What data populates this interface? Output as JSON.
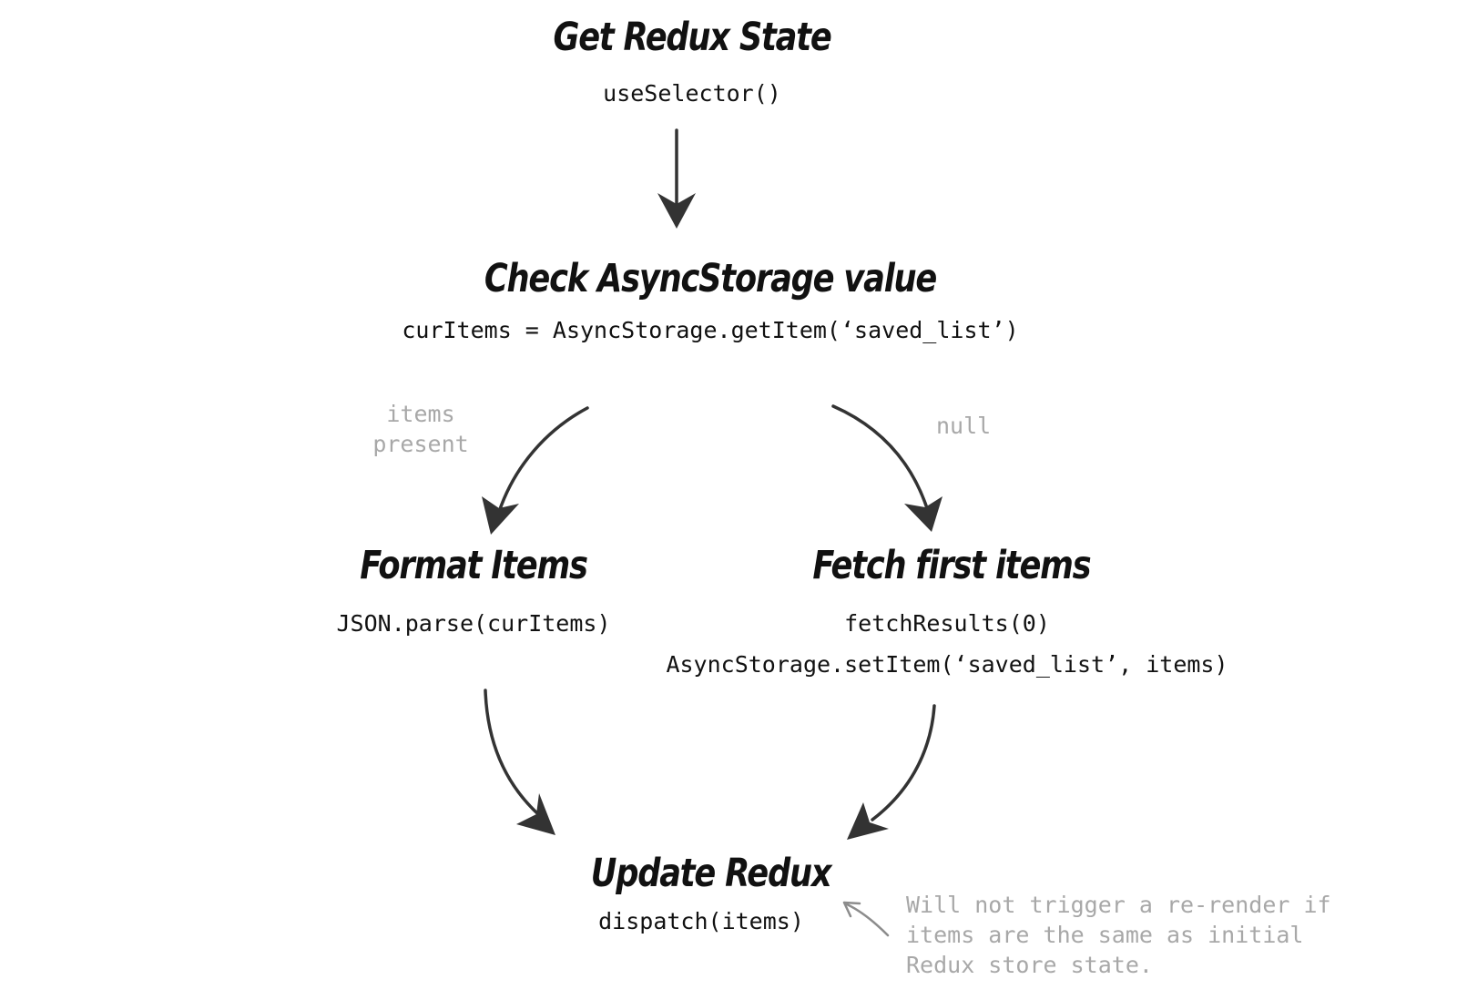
{
  "nodes": {
    "get_state": {
      "title": "Get Redux State",
      "code": "useSelector()"
    },
    "check_storage": {
      "title": "Check AsyncStorage value",
      "code": "curItems = AsyncStorage.getItem(‘saved_list’)"
    },
    "format_items": {
      "title": "Format Items",
      "code": "JSON.parse(curItems)"
    },
    "fetch_items": {
      "title": "Fetch first items",
      "code_line1": "fetchResults(0)",
      "code_line2": "AsyncStorage.setItem(‘saved_list’, items)"
    },
    "update_redux": {
      "title": "Update Redux",
      "code": "dispatch(items)"
    }
  },
  "edge_labels": {
    "items_present_line1": "items",
    "items_present_line2": "present",
    "null": "null"
  },
  "note": {
    "line1": "Will not trigger a re-render if",
    "line2": "items are the same as initial",
    "line3": "Redux store state."
  },
  "colors": {
    "text": "#111111",
    "arrow": "#333333",
    "annotation": "#a8a8a8"
  }
}
